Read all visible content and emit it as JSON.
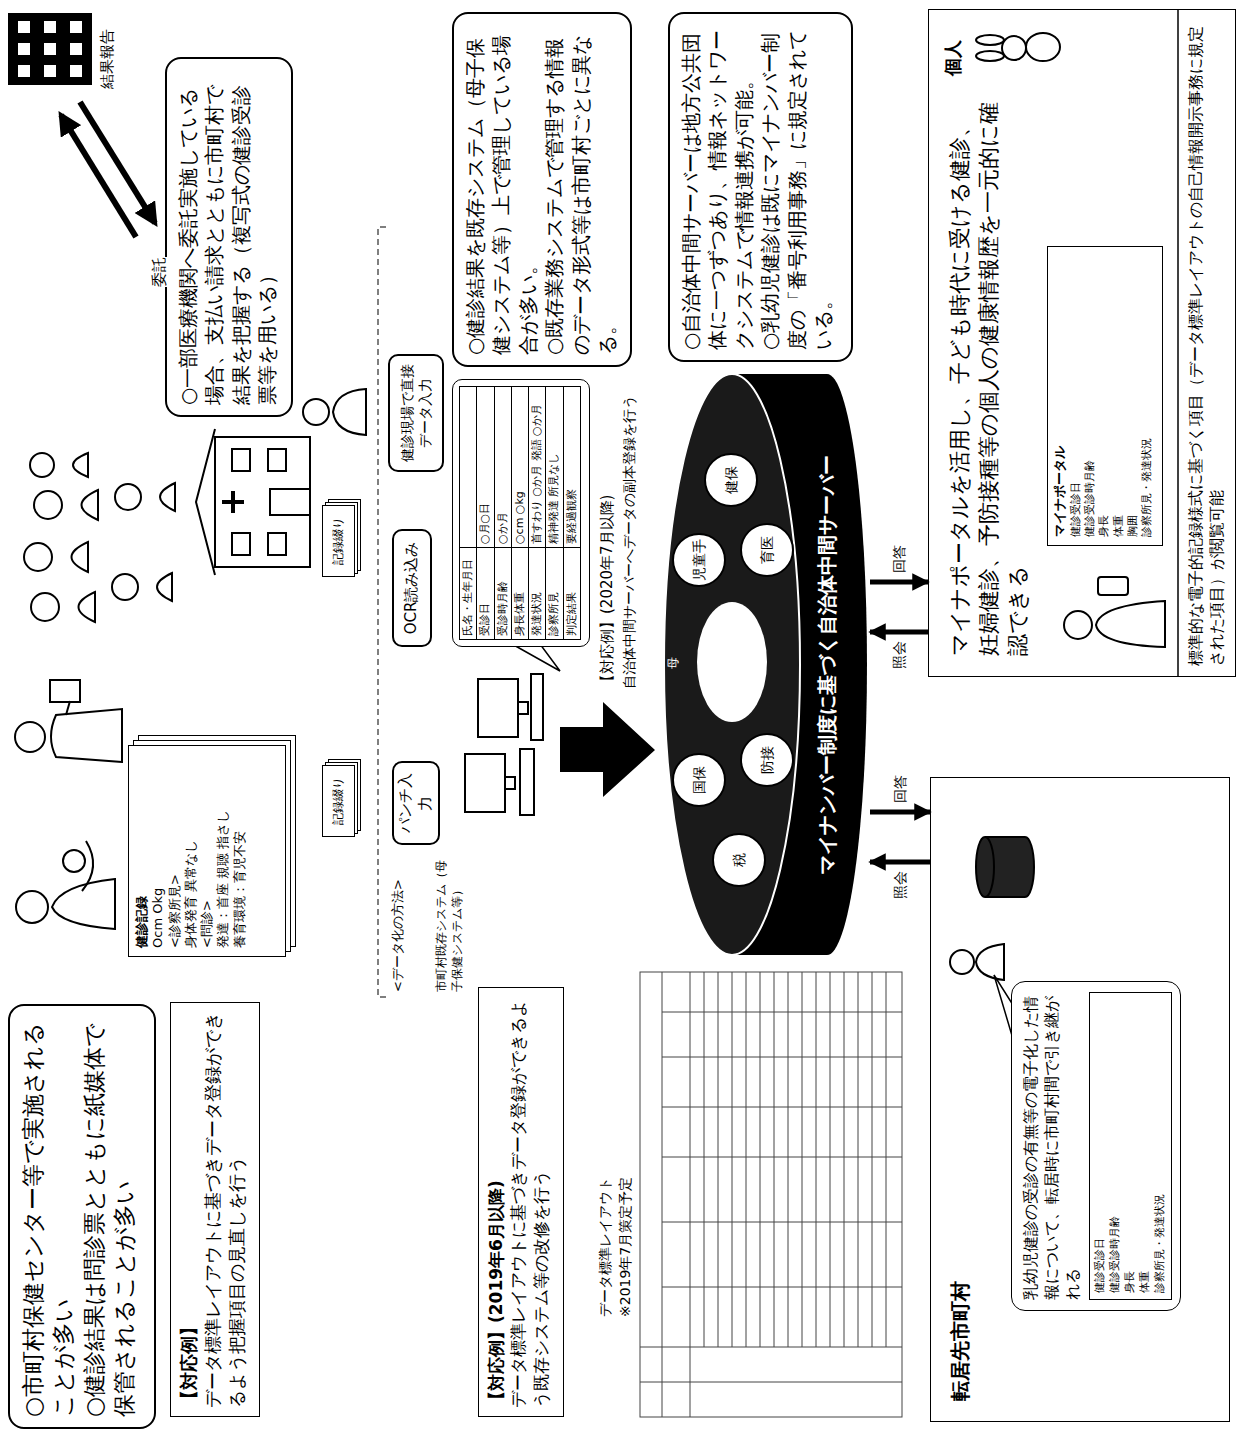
{
  "diagram": {
    "nodes": [
      {
        "text": [
          "○市町村保健センター等で実施されることが多い",
          "○健診結果は問診票とともに紙媒体で保管されることが多い"
        ]
      },
      {
        "text": [
          "【対応例】",
          "データ標準レイアウトに基づきデータ登録ができるよう把握項目の見直しを行う"
        ]
      },
      {
        "text": [
          "健診記録",
          "Ocm Okg",
          "<診察所見>",
          "身体発育 異常なし",
          "<問診>",
          "発達：首座 規聴 指さし",
          "養育環境：育児不安"
        ]
      },
      {
        "text": [
          "○一部医療機関へ委託実施している場合、支払い請求とともに市町村で結果を把握する（複写式の健診受診票等を用いる）"
        ]
      },
      {
        "text": [
          "記録綴り"
        ]
      },
      {
        "text": [
          "パンチ入力"
        ]
      },
      {
        "text": [
          "記録綴り"
        ]
      },
      {
        "text": [
          "OCR読み込み"
        ]
      },
      {
        "text": [
          "健診現場で直接データ入力"
        ]
      },
      {
        "text": [
          "【対応例】(2019年6月以降)",
          "データ標準レイアウトに基づきデータ登録ができるよう既存システム等の改修を行う"
        ]
      },
      {
        "text": [
          "氏名・生年月日",
          "受診日",
          "○月○日",
          "受診時月齢",
          "○か月",
          "身長体重",
          "○cm ○kg",
          "発達状況",
          "首すわり ○か月 発語 ○か月",
          "診察所見",
          "精神発達 所見なし",
          "判定結果",
          "要経過観察"
        ]
      },
      {
        "text": [
          "○健診結果を既存システム（母子保健システム等）上で管理している場合が多い。",
          "○既存業務システムで管理する情報のデータ形式等は市町村ごとに異なる。"
        ]
      },
      {
        "text": [
          "マイナンバー制度に基づく自治体中間サーバー"
        ]
      },
      {
        "text": [
          "国保"
        ],
        "in": 12
      },
      {
        "text": [
          "児童手"
        ],
        "in": 12
      },
      {
        "text": [
          "税"
        ],
        "in": 12
      },
      {
        "text": [
          "健保"
        ],
        "in": 12
      },
      {
        "text": [
          "防接"
        ],
        "in": 12
      },
      {
        "text": [
          "育医"
        ],
        "in": 12
      },
      {
        "text": [
          "○自治体中間サーバーは地方公共団体に一つずつあり、情報ネットワークシステムで情報連携が可能。",
          "○乳幼児健診は既にマイナンバー制度の「番号利用事務」に規定されている。"
        ]
      },
      {
        "text": [
          "転居先市町村"
        ]
      },
      {
        "text": [
          "乳幼児健診の受診の有無等の電子化した情報について、転居時に市町村間で引き継がれる",
          "健診受診日",
          "健診受診時月齢",
          "身長",
          "体重",
          "診察所見・発達状況"
        ],
        "in": 20
      },
      {
        "text": [
          "個人",
          "マイナポータルを活用し、子ども時代に受ける健診、妊婦健診、予防接種等の個人の健康情報歴を一元的に確認できる",
          "標準的な電子的記録様式に基づく項目（データ標準レイアウトの自己情報開示事務に規定された項目）が閲覧可能"
        ]
      },
      {
        "text": [
          "マイナポータル",
          "健診受診日",
          "健診受診時月齢",
          "身長",
          "体重",
          "胸囲",
          "診察所見・発達状況"
        ],
        "in": 22
      }
    ],
    "edges": [
      {
        "from": 20,
        "to": 12,
        "label": "照会",
        "arrow": "to"
      },
      {
        "from": 12,
        "to": 20,
        "label": "回答",
        "arrow": "to"
      },
      {
        "from": 22,
        "to": 12,
        "label": "照会",
        "arrow": "to"
      },
      {
        "from": 12,
        "to": 22,
        "label": "回答",
        "arrow": "to"
      }
    ],
    "labels": [
      "委託",
      "結果報告",
      "<データ化の方法>",
      "市町村既存システム（母子保健システム等）",
      "データ標準レイアウト",
      "※2019年7月策定予定",
      "【対応例】(2020年7月以降)",
      "自治体中間サーバーへデータの副本登録を行う",
      "母"
    ]
  }
}
